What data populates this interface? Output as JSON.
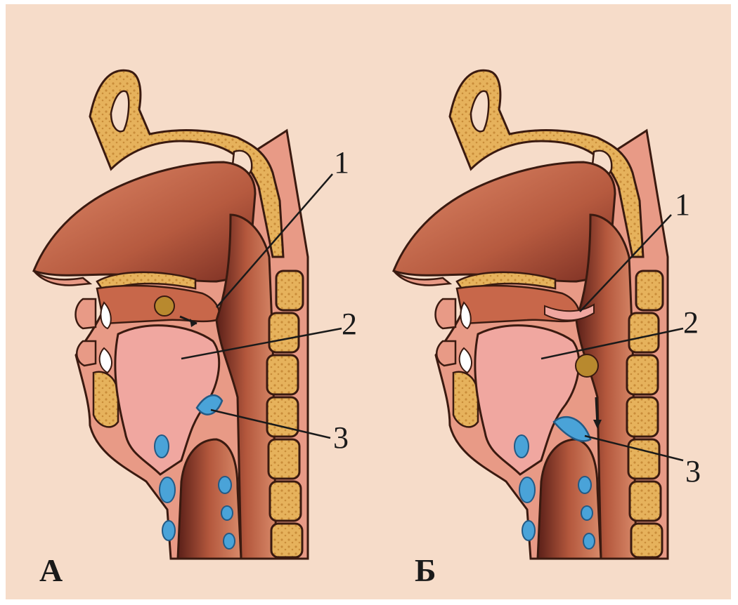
{
  "panels": [
    {
      "letter": "А",
      "labels": [
        "1",
        "2",
        "3"
      ]
    },
    {
      "letter": "Б",
      "labels": [
        "1",
        "2",
        "3"
      ]
    }
  ],
  "colors": {
    "background": "#f6dcc9",
    "bone": "#e3ad57",
    "soft_tissue": "#c8674a",
    "tongue": "#f0a7a0",
    "cartilage": "#4aa3d8",
    "outline": "#3a1a10"
  }
}
